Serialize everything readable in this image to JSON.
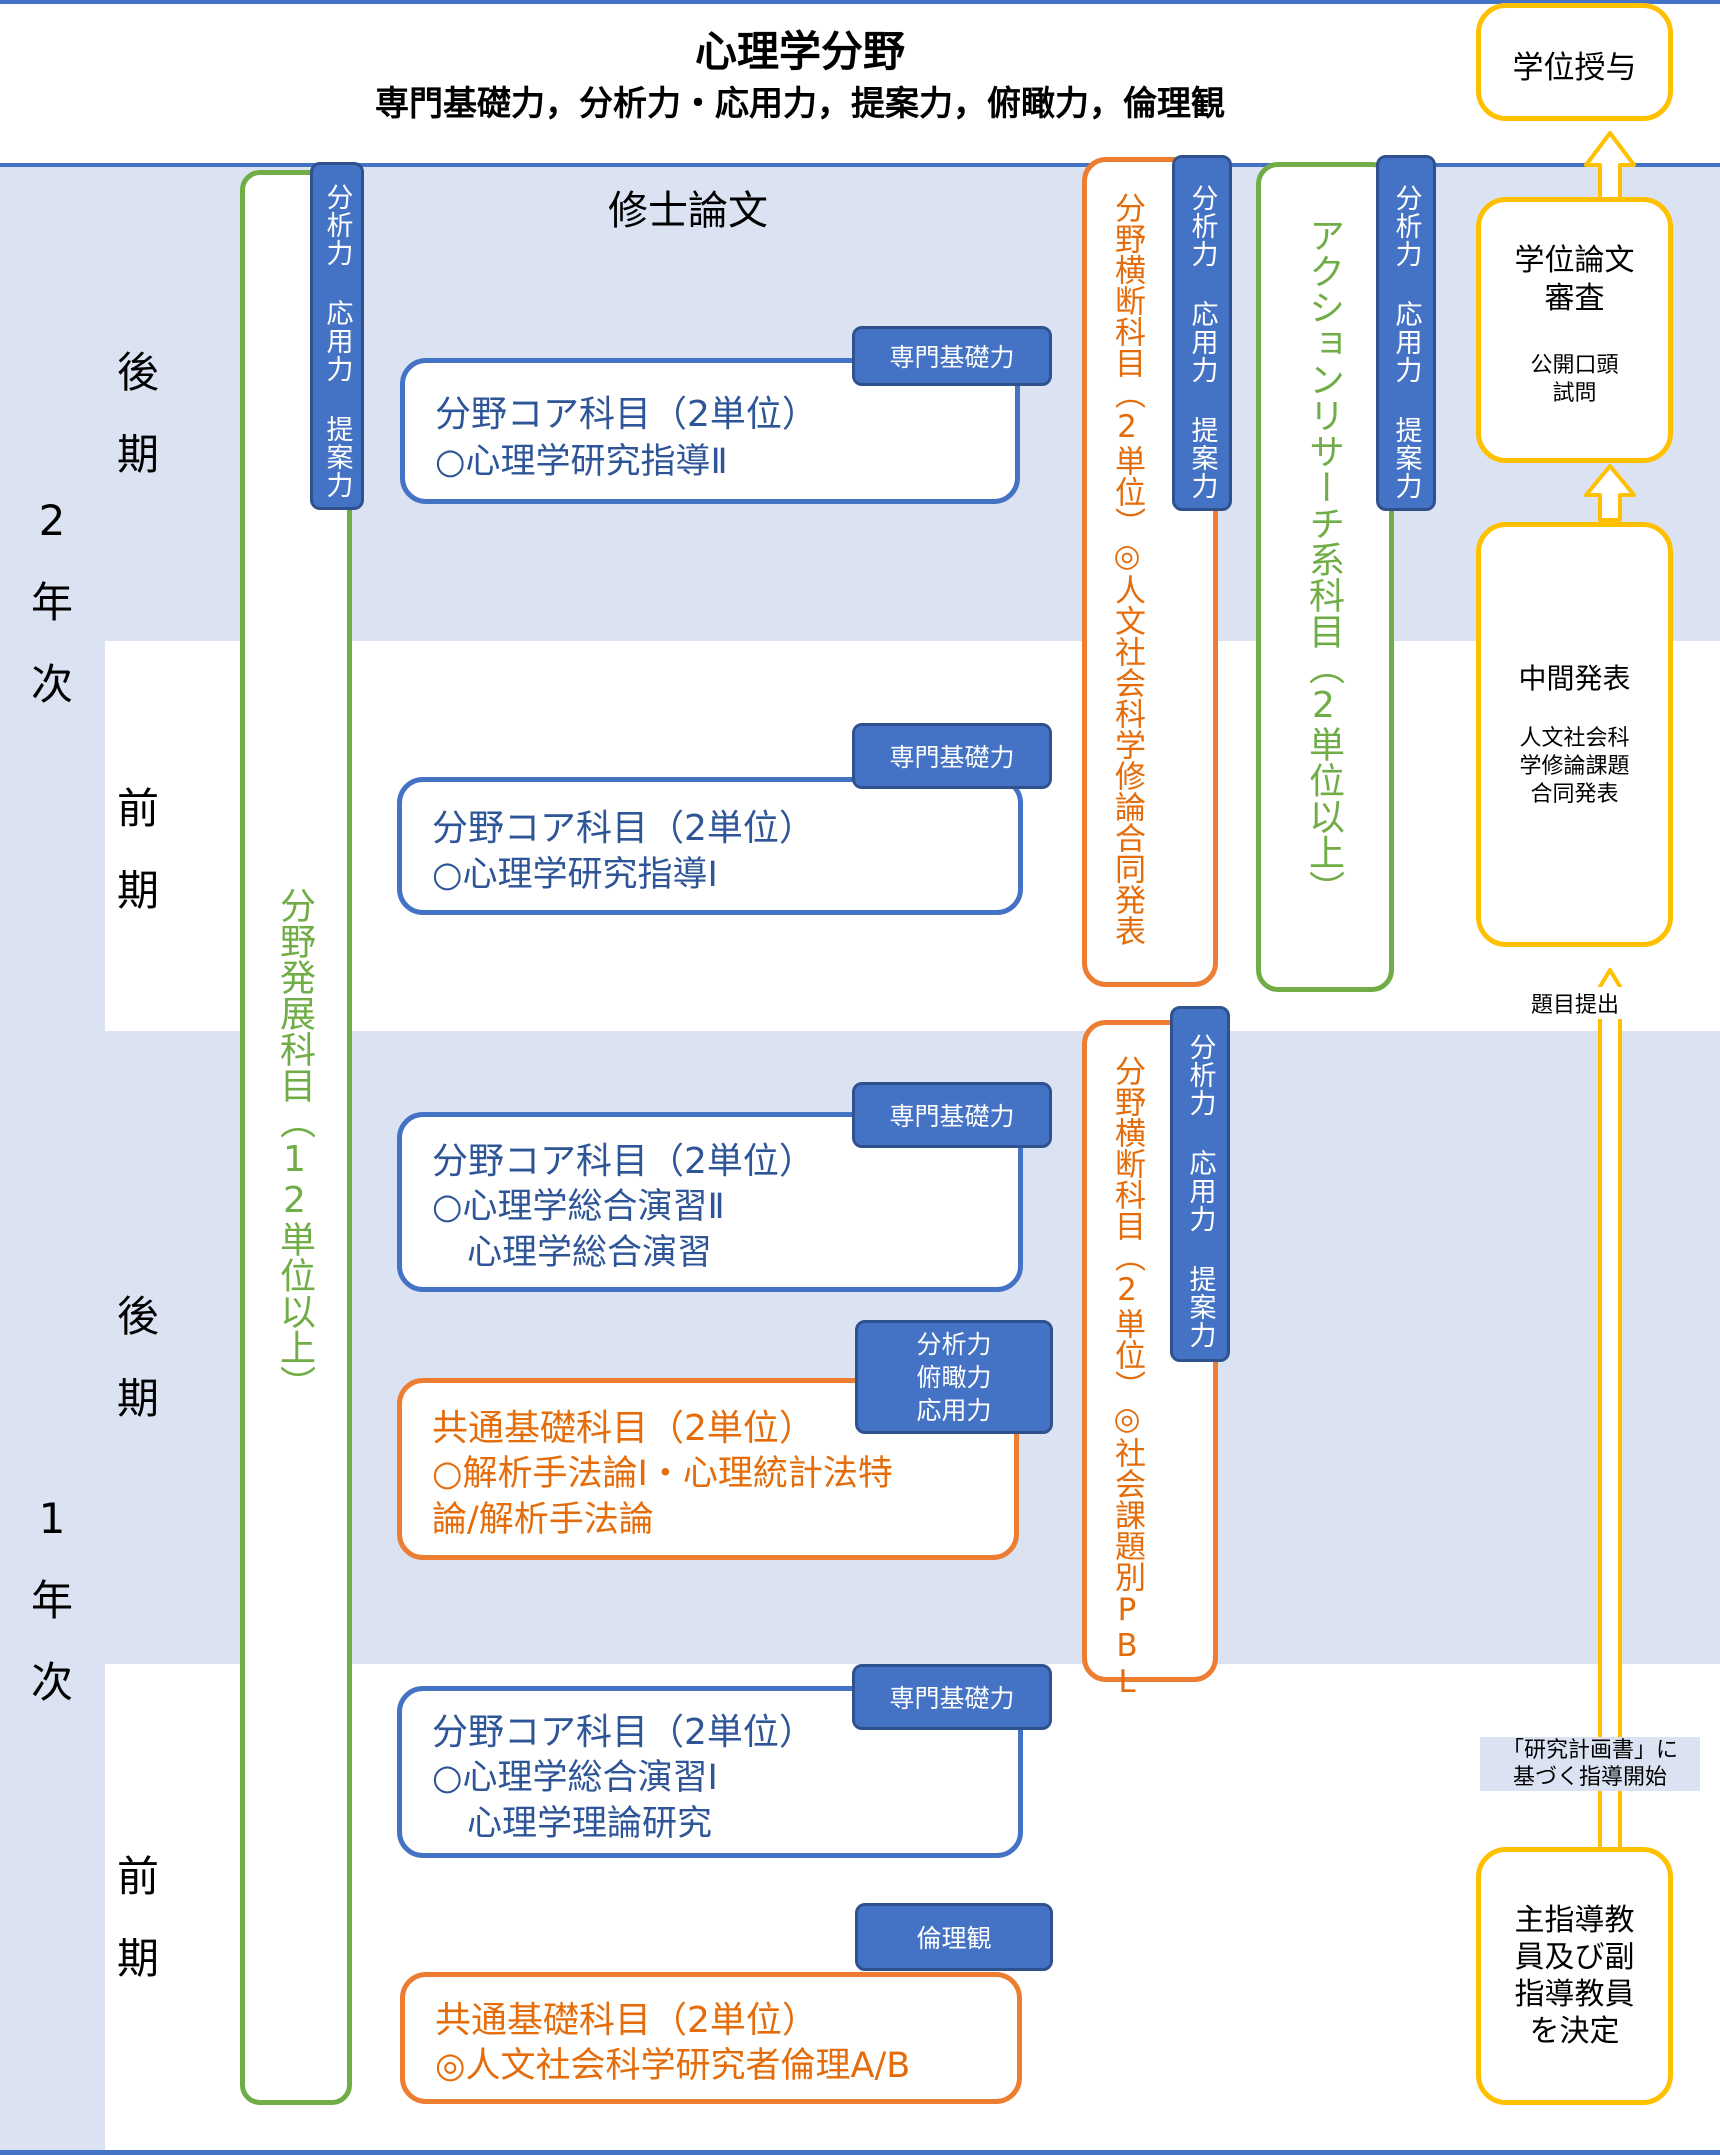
{
  "header": {
    "title": "心理学分野",
    "subtitle": "専門基礎力，分析力・応用力，提案力，俯瞰力，倫理観"
  },
  "years": {
    "year2": [
      "2",
      "年",
      "次"
    ],
    "year1": [
      "1",
      "年",
      "次"
    ]
  },
  "terms": {
    "y2_late": [
      "後",
      "期"
    ],
    "y2_early": [
      "前",
      "期"
    ],
    "y1_late": [
      "後",
      "期"
    ],
    "y1_early": [
      "前",
      "期"
    ]
  },
  "thesis_label": "修士論文",
  "field_development": {
    "label": "分野発展科目（12単位以上）",
    "skills": "分析力 応用力 提案力"
  },
  "core_courses": [
    {
      "badge": "専門基礎力",
      "title": "分野コア科目（2単位）",
      "lines": [
        "○心理学研究指導Ⅱ"
      ]
    },
    {
      "badge": "専門基礎力",
      "title": "分野コア科目（2単位）",
      "lines": [
        "○心理学研究指導Ⅰ"
      ]
    },
    {
      "badge": "専門基礎力",
      "title": "分野コア科目（2単位）",
      "lines": [
        "○心理学総合演習Ⅱ",
        "　心理学総合演習"
      ]
    },
    {
      "badge": "専門基礎力",
      "title": "分野コア科目（2単位）",
      "lines": [
        "○心理学総合演習Ⅰ",
        "　心理学理論研究"
      ]
    }
  ],
  "common_courses": [
    {
      "badge": [
        "分析力",
        "俯瞰力",
        "応用力"
      ],
      "title": "共通基礎科目（2単位）",
      "lines": [
        "○解析手法論Ⅰ・心理統計法特",
        "論/解析手法論"
      ]
    },
    {
      "badge": [
        "倫理観"
      ],
      "title": "共通基礎科目（2単位）",
      "lines": [
        "◎人文社会科学研究者倫理A/B"
      ]
    }
  ],
  "cross_courses": [
    {
      "label": "分野横断科目（2単位）◎人文社会科学修論合同発表",
      "skills": "分析力 応用力 提案力"
    },
    {
      "label": "分野横断科目（2単位）◎社会課題別PBL",
      "skills": "分析力 応用力 提案力"
    }
  ],
  "action_research": {
    "label": "アクションリサーチ系科目（2単位以上）",
    "skills": "分析力 応用力 提案力"
  },
  "flow": {
    "degree": "学位授与",
    "review_title": [
      "学位論文",
      "審査"
    ],
    "review_sub": [
      "公開口頭",
      "試問"
    ],
    "midterm_title": "中間発表",
    "midterm_sub": [
      "人文社会科",
      "学修論課題",
      "合同発表"
    ],
    "topic_submit": "題目提出",
    "research_plan": [
      "「研究計画書」に",
      "基づく指導開始"
    ],
    "advisor": [
      "主指導教",
      "員及び副",
      "指導教員",
      "を決定"
    ]
  },
  "colors": {
    "blue": "#4472c4",
    "orange": "#ed7d31",
    "green": "#70ad47",
    "gold": "#ffc000",
    "band": "#dbe3f2"
  }
}
